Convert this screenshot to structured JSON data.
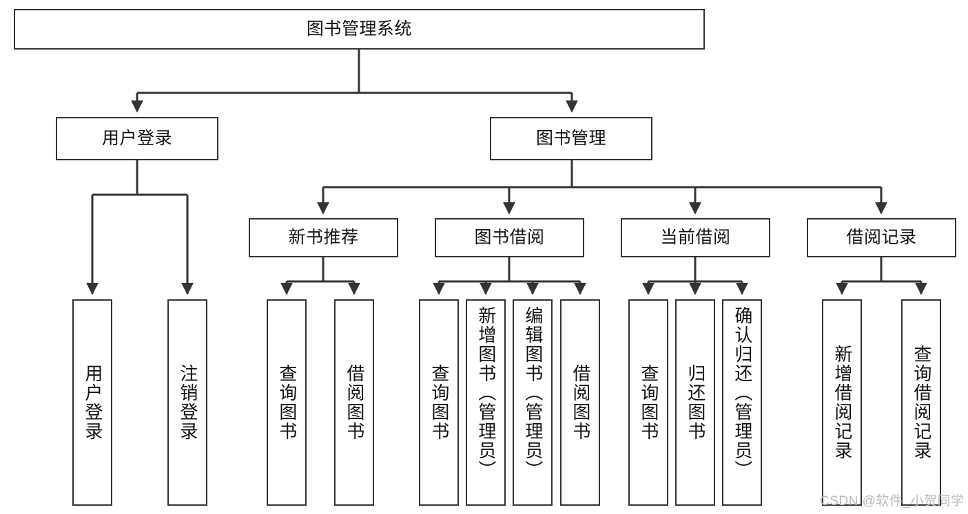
{
  "diagram": {
    "type": "tree",
    "title": "图书管理系统",
    "watermark": "CSDN @软件_小贺同学",
    "colors": {
      "box_border": "#333333",
      "box_fill": "#ffffff",
      "connector": "#333333",
      "text": "#111111",
      "watermark": "#b9b9b9"
    },
    "nodes": {
      "root": {
        "label": "图书管理系统"
      },
      "level2": [
        {
          "label": "用户登录"
        },
        {
          "label": "图书管理"
        }
      ],
      "level3": [
        {
          "label": "新书推荐"
        },
        {
          "label": "图书借阅"
        },
        {
          "label": "当前借阅"
        },
        {
          "label": "借阅记录"
        }
      ],
      "leaves_user_login": [
        {
          "label": "用户登录"
        },
        {
          "label": "注销登录"
        }
      ],
      "leaves_new_book": [
        {
          "label": "查询图书"
        },
        {
          "label": "借阅图书"
        }
      ],
      "leaves_borrow": [
        {
          "label": "查询图书"
        },
        {
          "label": "新增图书（管理员）"
        },
        {
          "label": "编辑图书（管理员）"
        },
        {
          "label": "借阅图书"
        }
      ],
      "leaves_current": [
        {
          "label": "查询图书"
        },
        {
          "label": "归还图书"
        },
        {
          "label": "确认归还（管理员）"
        }
      ],
      "leaves_records": [
        {
          "label": "新增借阅记录"
        },
        {
          "label": "查询借阅记录"
        }
      ]
    }
  }
}
